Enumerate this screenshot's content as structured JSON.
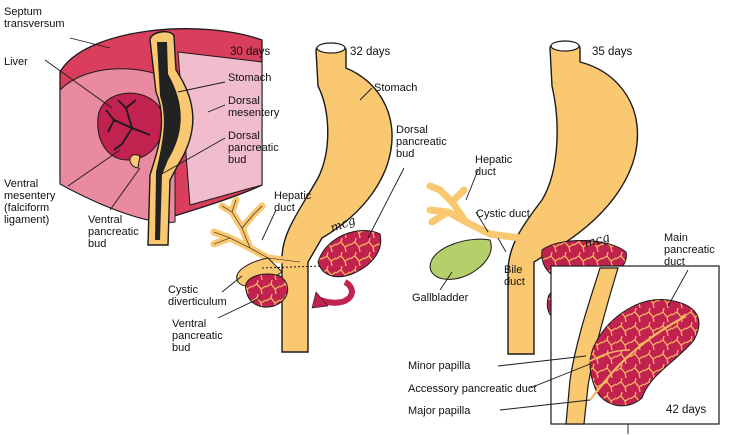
{
  "labels": {
    "septum_transversum": "Septum\ntransversum",
    "liver": "Liver",
    "days_30": "30 days",
    "stomach_30": "Stomach",
    "dorsal_mesentery": "Dorsal\nmesentery",
    "dorsal_pancreatic_bud_30": "Dorsal\npancreatic\nbud",
    "ventral_mesentery": "Ventral\nmesentery\n(falciform\nligament)",
    "ventral_pancreatic_bud_30": "Ventral\npancreatic\nbud",
    "days_32": "32 days",
    "stomach_32": "Stomach",
    "dorsal_pancreatic_bud_32": "Dorsal\npancreatic\nbud",
    "hepatic_duct_32": "Hepatic\nduct",
    "cystic_diverticulum": "Cystic\ndiverticulum",
    "ventral_pancreatic_bud_32": "Ventral\npancreatic\nbud",
    "days_35": "35 days",
    "hepatic_duct_35": "Hepatic\nduct",
    "cystic_duct": "Cystic duct",
    "bile_duct": "Bile\nduct",
    "gallbladder": "Gallbladder",
    "main_pancreatic_duct": "Main\npancreatic\nduct",
    "minor_papilla": "Minor papilla",
    "accessory_pancreatic_duct": "Accessory pancreatic duct",
    "major_papilla": "Major papilla",
    "days_42": "42 days"
  },
  "signatures": {
    "a": "mcg",
    "b": "mcg"
  },
  "colors": {
    "gut": "#f9c870",
    "gut_outline": "#1a1a1a",
    "pancreas": "#c2224f",
    "pancreas_duct": "#f4b860",
    "septum": "#d93e5c",
    "septum_side": "#e98aa0",
    "mesentery": "#f1bccb",
    "lumen": "#222222",
    "gallbladder": "#b5cf6a"
  }
}
